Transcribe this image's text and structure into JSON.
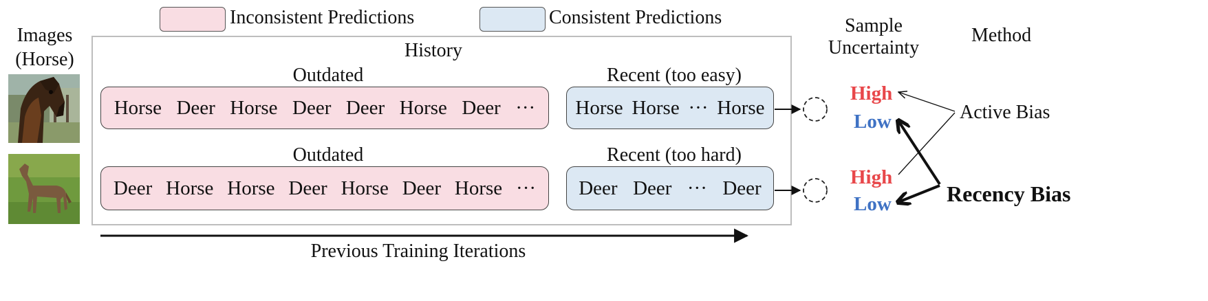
{
  "legend": {
    "inconsistent_label": "Inconsistent Predictions",
    "consistent_label": "Consistent Predictions"
  },
  "images": {
    "title_line1": "Images",
    "title_line2": "(Horse)"
  },
  "history": {
    "title": "History",
    "row1": {
      "outdated_label": "Outdated",
      "recent_label": "Recent (too easy)",
      "outdated_tokens": [
        "Horse",
        "Deer",
        "Horse",
        "Deer",
        "Deer",
        "Horse",
        "Deer",
        "···"
      ],
      "recent_tokens": [
        "Horse",
        "Horse",
        "···",
        "Horse"
      ]
    },
    "row2": {
      "outdated_label": "Outdated",
      "recent_label": "Recent (too hard)",
      "outdated_tokens": [
        "Deer",
        "Horse",
        "Horse",
        "Deer",
        "Horse",
        "Deer",
        "Horse",
        "···"
      ],
      "recent_tokens": [
        "Deer",
        "Deer",
        "···",
        "Deer"
      ]
    }
  },
  "axis": {
    "label": "Previous Training Iterations"
  },
  "uncertainty": {
    "title_line1": "Sample",
    "title_line2": "Uncertainty",
    "row1_high": "High",
    "row1_low": "Low",
    "row2_high": "High",
    "row2_low": "Low"
  },
  "method": {
    "title": "Method",
    "active_bias": "Active Bias",
    "recency_bias": "Recency Bias"
  },
  "colors": {
    "high": "#e8474a",
    "low": "#3f72c4",
    "inconsistent_fill": "#f9dde3",
    "consistent_fill": "#dce8f3"
  }
}
